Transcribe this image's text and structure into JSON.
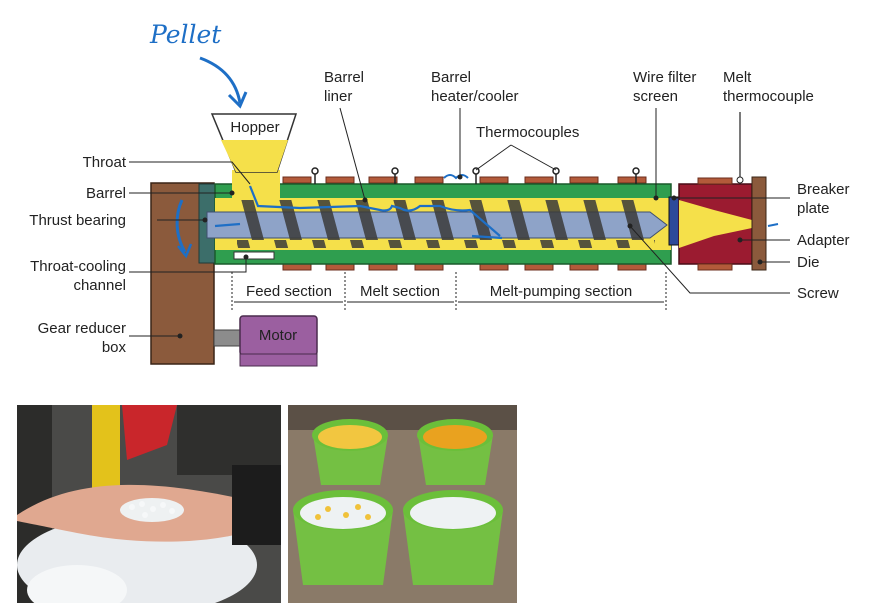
{
  "handwritten_note": "Pellet",
  "labels": {
    "hopper": "Hopper",
    "barrel_liner_1": "Barrel",
    "barrel_liner_2": "liner",
    "barrel_heater_1": "Barrel",
    "barrel_heater_2": "heater/cooler",
    "wire_filter_1": "Wire filter",
    "wire_filter_2": "screen",
    "melt_thermo_1": "Melt",
    "melt_thermo_2": "thermocouple",
    "thermocouples": "Thermocouples",
    "throat": "Throat",
    "barrel": "Barrel",
    "thrust_bearing": "Thrust bearing",
    "throat_cooling_1": "Throat-cooling",
    "throat_cooling_2": "channel",
    "gear_reducer_1": "Gear reducer",
    "gear_reducer_2": "box",
    "motor": "Motor",
    "breaker_plate_1": "Breaker",
    "breaker_plate_2": "plate",
    "adapter": "Adapter",
    "die": "Die",
    "screw": "Screw",
    "feed_section": "Feed section",
    "melt_section": "Melt section",
    "melt_pumping_section": "Melt-pumping section"
  },
  "colors": {
    "ink": "#1e6fc6",
    "barrel_green": "#2f9e4f",
    "plastic_yellow": "#f5e04a",
    "heater_brown": "#a0522d",
    "gear_box": "#8b5a3c",
    "motor": "#9b5fa0",
    "adapter_red": "#9b1b30",
    "screw_blue": "#8ea3c8"
  },
  "photos": [
    {
      "name": "hand-holding-pellets-photo"
    },
    {
      "name": "pellet-bowls-photo"
    }
  ]
}
